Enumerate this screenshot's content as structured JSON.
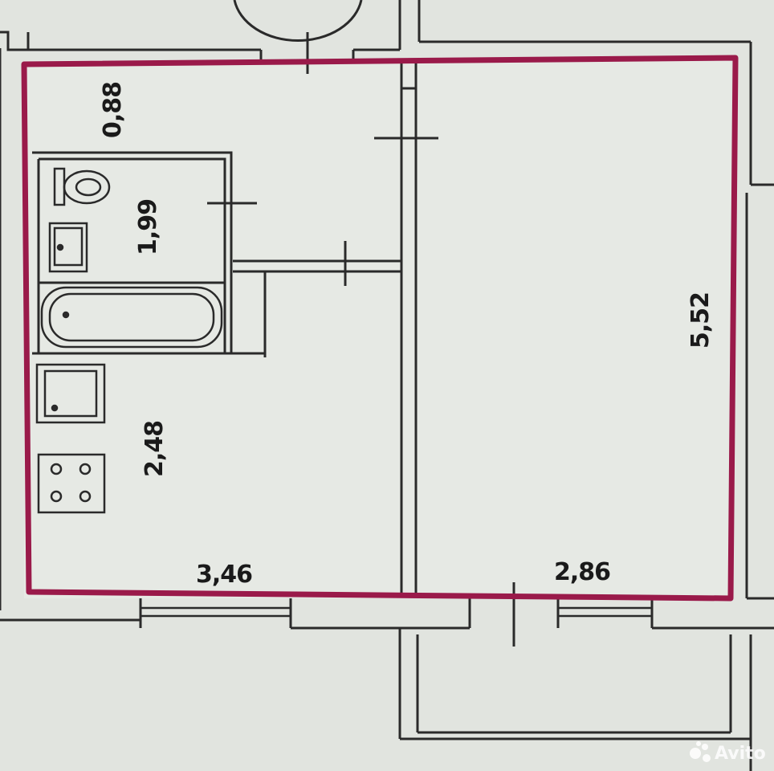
{
  "dimensions": {
    "corridor_width": "0,88",
    "bathroom_length": "1,99",
    "kitchen_length": "2,48",
    "room_length": "5,52",
    "left_width": "3,46",
    "room_width": "2,86"
  },
  "watermark": {
    "brand": "Avito"
  },
  "colors": {
    "paper": "#e3e6e1",
    "wall_line": "#2a2a2a",
    "outline": "#9a1a4a"
  }
}
